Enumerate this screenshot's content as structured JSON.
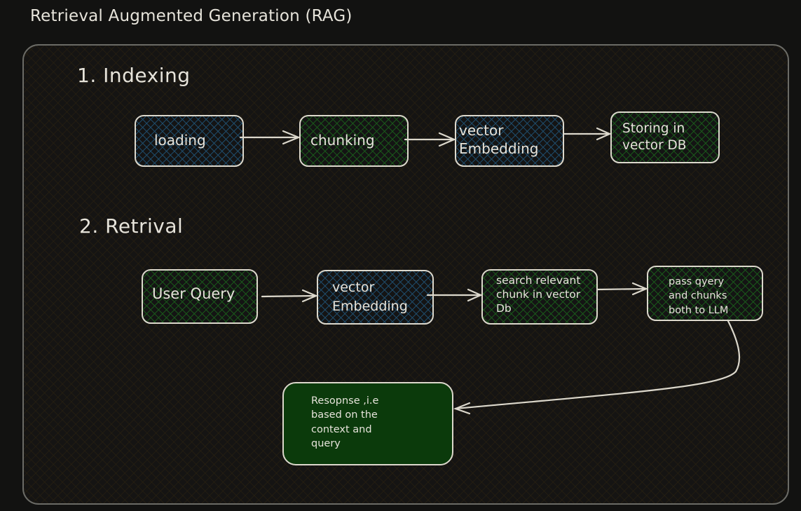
{
  "title": "Retrieval Augmented Generation (RAG)",
  "colors": {
    "background": "#121211",
    "frame_stroke": "#6b6b66",
    "frame_hatch": "#2a2210",
    "stroke": "#dcd8cc",
    "blue_hatch": "#1f4e6e",
    "green_hatch": "#1a5a1a",
    "green_fill": "#0b3a0b"
  },
  "sections": [
    {
      "heading": "1. Indexing",
      "nodes": [
        {
          "id": "loading",
          "label": "loading",
          "fill": "blue"
        },
        {
          "id": "chunking",
          "label": "chunking",
          "fill": "green"
        },
        {
          "id": "vector-embedding-1",
          "label": "vector\nEmbedding",
          "fill": "blue"
        },
        {
          "id": "storing",
          "label": "Storing in\nvector DB",
          "fill": "green"
        }
      ]
    },
    {
      "heading": "2. Retrival",
      "nodes": [
        {
          "id": "user-query",
          "label": "User Query",
          "fill": "green"
        },
        {
          "id": "vector-embedding-2",
          "label": "vector\nEmbedding",
          "fill": "blue"
        },
        {
          "id": "search",
          "label": "search relevant\nchunk in vector\nDb",
          "fill": "green"
        },
        {
          "id": "pass",
          "label": "pass qyery\nand chunks\nboth to LLM",
          "fill": "green"
        },
        {
          "id": "response",
          "label": "Resopnse ,i.e\nbased on the\ncontext and\nquery",
          "fill": "solid-green"
        }
      ]
    }
  ],
  "edges": [
    {
      "from": "loading",
      "to": "chunking"
    },
    {
      "from": "chunking",
      "to": "vector-embedding-1"
    },
    {
      "from": "vector-embedding-1",
      "to": "storing"
    },
    {
      "from": "user-query",
      "to": "vector-embedding-2"
    },
    {
      "from": "vector-embedding-2",
      "to": "search"
    },
    {
      "from": "search",
      "to": "pass"
    },
    {
      "from": "pass",
      "to": "response"
    }
  ]
}
